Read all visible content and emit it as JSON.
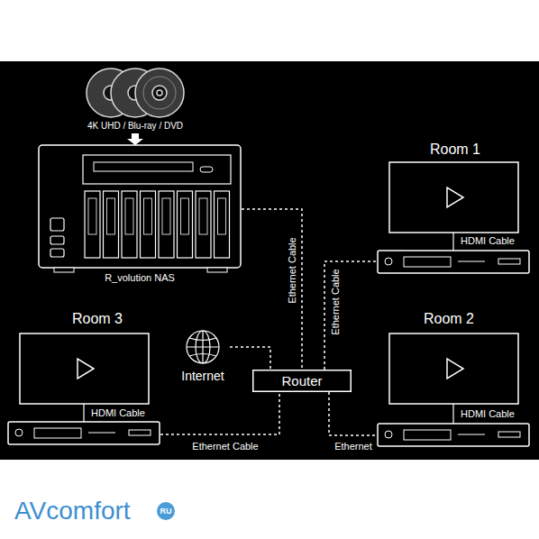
{
  "diagram": {
    "nodes": [
      {
        "text": [
          "R_volution NAS"
        ]
      },
      {
        "text": [
          "Room 1",
          "HDMI Cable"
        ]
      },
      {
        "text": [
          "Room 3",
          "HDMI Cable"
        ]
      },
      {
        "text": [
          "Internet"
        ]
      },
      {
        "text": [
          "Router"
        ]
      },
      {
        "text": [
          "Room 2",
          "HDMI Cable"
        ]
      }
    ],
    "edges": [
      {
        "from": 0,
        "to": 4,
        "label": "Ethernet Cable",
        "arrow": "none"
      },
      {
        "from": 4,
        "to": 1,
        "label": "Ethernet Cable",
        "arrow": "none"
      },
      {
        "from": 2,
        "to": 4,
        "label": "Ethernet Cable",
        "arrow": "none"
      },
      {
        "from": 4,
        "to": 5,
        "label": "Ethernet",
        "arrow": "none"
      },
      {
        "from": 3,
        "to": 4,
        "arrow": "none"
      }
    ],
    "labels": [
      "4K UHD / Blu-ray / DVD",
      "AVcomfort",
      "RU"
    ]
  }
}
